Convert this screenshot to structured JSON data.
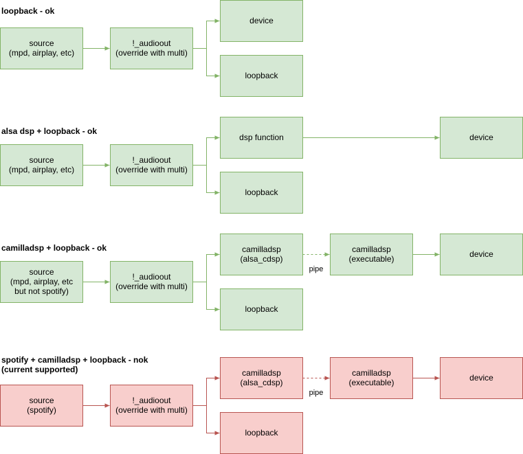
{
  "palette": {
    "ok_fill": "#d5e8d4",
    "ok_stroke": "#82b366",
    "nok_fill": "#f8cecc",
    "nok_stroke": "#b85450",
    "background": "#ffffff",
    "text": "#000000"
  },
  "sections": [
    {
      "title": [
        "loopback - ok"
      ],
      "status": "ok",
      "nodes": {
        "source": [
          "source",
          "(mpd, airplay, etc)"
        ],
        "audioout": [
          "!_audioout",
          "(override with multi)"
        ],
        "device": [
          "device"
        ],
        "loopback": [
          "loopback"
        ]
      },
      "edges": [
        {
          "from": "source",
          "to": "audioout"
        },
        {
          "from": "audioout",
          "to": "device"
        },
        {
          "from": "audioout",
          "to": "loopback"
        }
      ]
    },
    {
      "title": [
        "alsa dsp + loopback - ok"
      ],
      "status": "ok",
      "nodes": {
        "source": [
          "source",
          "(mpd, airplay, etc)"
        ],
        "audioout": [
          "!_audioout",
          "(override with multi)"
        ],
        "dsp": [
          "dsp function"
        ],
        "device": [
          "device"
        ],
        "loopback": [
          "loopback"
        ]
      },
      "edges": [
        {
          "from": "source",
          "to": "audioout"
        },
        {
          "from": "audioout",
          "to": "dsp"
        },
        {
          "from": "audioout",
          "to": "loopback"
        },
        {
          "from": "dsp",
          "to": "device"
        }
      ]
    },
    {
      "title": [
        "camilladsp + loopback - ok"
      ],
      "status": "ok",
      "nodes": {
        "source": [
          "source",
          "(mpd, airplay, etc",
          "but not spotify)"
        ],
        "audioout": [
          "!_audioout",
          "(override with multi)"
        ],
        "cdsp": [
          "camilladsp",
          "(alsa_cdsp)"
        ],
        "exec": [
          "camilladsp",
          "(executable)"
        ],
        "device": [
          "device"
        ],
        "loopback": [
          "loopback"
        ]
      },
      "edges": [
        {
          "from": "source",
          "to": "audioout"
        },
        {
          "from": "audioout",
          "to": "cdsp"
        },
        {
          "from": "audioout",
          "to": "loopback"
        },
        {
          "from": "cdsp",
          "to": "exec",
          "label": "pipe",
          "dashed": true
        },
        {
          "from": "exec",
          "to": "device"
        }
      ]
    },
    {
      "title": [
        "spotify + camilladsp + loopback - nok",
        "(current supported)"
      ],
      "status": "nok",
      "nodes": {
        "source": [
          "source",
          "(spotify)"
        ],
        "audioout": [
          "!_audioout",
          "(override with multi)"
        ],
        "cdsp": [
          "camilladsp",
          "(alsa_cdsp)"
        ],
        "exec": [
          "camilladsp",
          "(executable)"
        ],
        "device": [
          "device"
        ],
        "loopback": [
          "loopback"
        ]
      },
      "edges": [
        {
          "from": "source",
          "to": "audioout"
        },
        {
          "from": "audioout",
          "to": "cdsp"
        },
        {
          "from": "audioout",
          "to": "loopback"
        },
        {
          "from": "cdsp",
          "to": "exec",
          "label": "pipe",
          "dashed": true
        },
        {
          "from": "exec",
          "to": "device"
        }
      ]
    }
  ]
}
